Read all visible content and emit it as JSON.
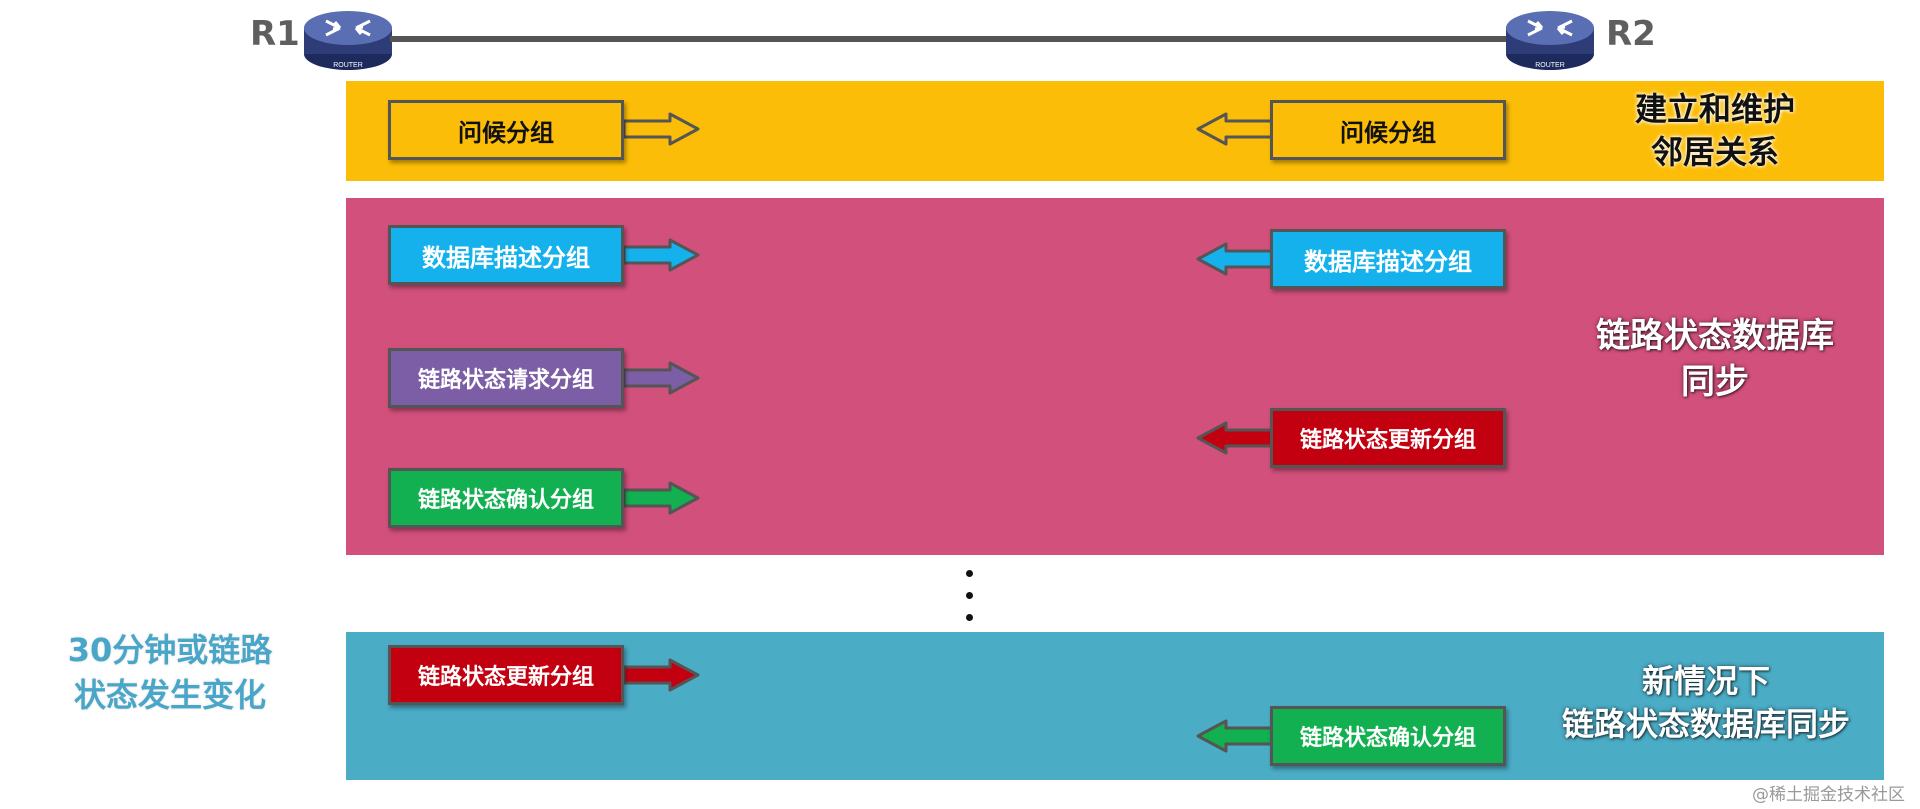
{
  "routers": {
    "r1": "R1",
    "r2": "R2",
    "icon_text": "ROUTER"
  },
  "bands": {
    "hello": {
      "color": "#fbbd07",
      "label_lines": [
        "建立和维护",
        "邻居关系"
      ],
      "r1_packet": {
        "text": "问候分组",
        "color": "#fbbd07"
      },
      "r2_packet": {
        "text": "问候分组",
        "color": "#fbbd07"
      }
    },
    "sync": {
      "color": "#d2507c",
      "label_lines": [
        "链路状态数据库",
        "同步"
      ],
      "r1_packets": [
        {
          "text": "数据库描述分组",
          "color": "#14b1ec"
        },
        {
          "text": "链路状态请求分组",
          "color": "#7c5ea6"
        },
        {
          "text": "链路状态确认分组",
          "color": "#12b050"
        }
      ],
      "r2_packets": [
        {
          "text": "数据库描述分组",
          "color": "#14b1ec"
        },
        {
          "text": "链路状态更新分组",
          "color": "#c30010"
        }
      ]
    },
    "update": {
      "color": "#4bacc6",
      "label_lines": [
        "新情况下",
        "链路状态数据库同步"
      ],
      "r1_packet": {
        "text": "链路状态更新分组",
        "color": "#c30010"
      },
      "r2_packet": {
        "text": "链路状态确认分组",
        "color": "#12b050"
      }
    }
  },
  "side_note_lines": [
    "30分钟或链路",
    "状态发生变化"
  ],
  "watermark": "@稀土掘金技术社区",
  "colors": {
    "link_line": "#555555",
    "packet_border": "#555555",
    "router_body": "#2e3c78"
  }
}
